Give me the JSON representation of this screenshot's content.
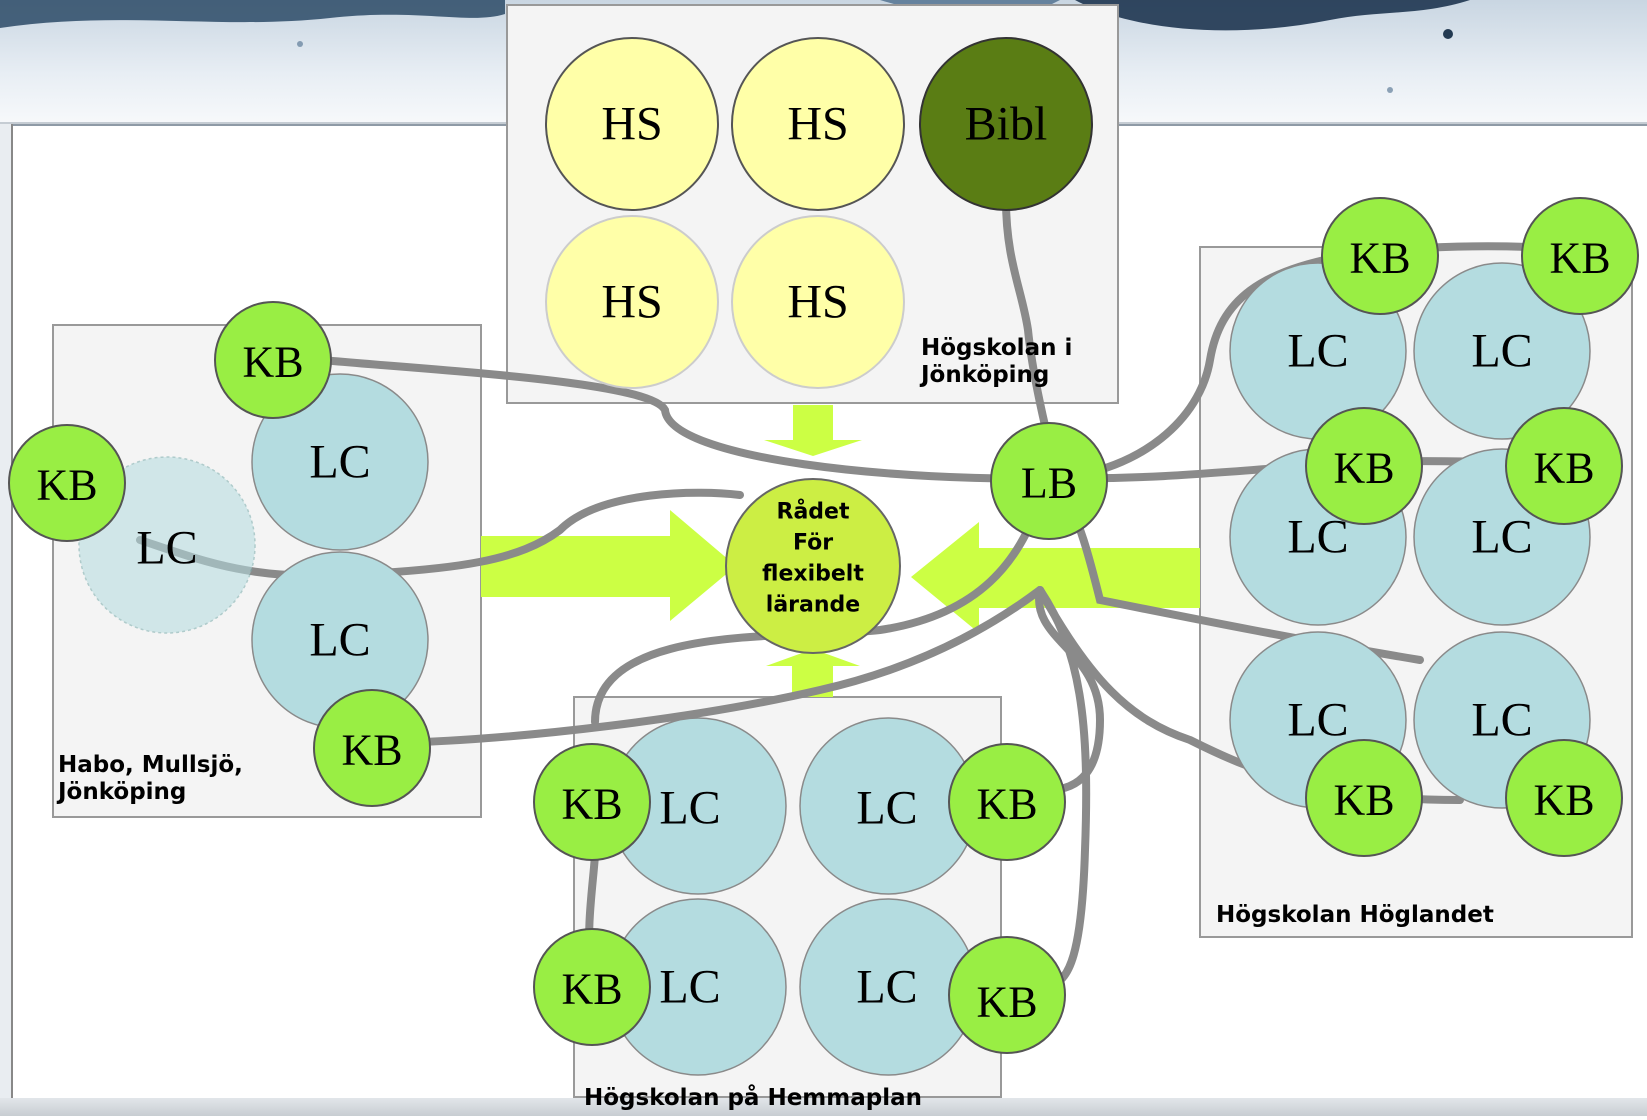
{
  "diagram": {
    "groups": {
      "hj": {
        "label": "Högskolan i\nJönköping"
      },
      "habo": {
        "label": "Habo, Mullsjö,\nJönköping"
      },
      "hoglandet": {
        "label": "Högskolan Höglandet"
      },
      "hemmaplan": {
        "label": "Högskolan på Hemmaplan"
      }
    },
    "center": {
      "lines": [
        "Rådet",
        "För",
        "flexibelt",
        "lärande"
      ]
    },
    "nodes": {
      "hs1": "HS",
      "hs2": "HS",
      "hs3": "HS",
      "hs4": "HS",
      "bibl": "Bibl",
      "lb": "LB",
      "habo_kb_top": "KB",
      "habo_kb_left": "KB",
      "habo_kb_bottom": "KB",
      "habo_lc_top": "LC",
      "habo_lc_left": "LC",
      "habo_lc_bottom": "LC",
      "hh_kb1": "KB",
      "hh_kb2": "KB",
      "hh_kb3": "KB",
      "hh_kb4": "KB",
      "hh_kb5": "KB",
      "hh_kb6": "KB",
      "hh_lc1": "LC",
      "hh_lc2": "LC",
      "hh_lc3": "LC",
      "hh_lc4": "LC",
      "hh_lc5": "LC",
      "hh_lc6": "LC",
      "hp_kb1": "KB",
      "hp_kb2": "KB",
      "hp_kb3": "KB",
      "hp_kb4": "KB",
      "hp_lc1": "LC",
      "hp_lc2": "LC",
      "hp_lc3": "LC",
      "hp_lc4": "LC"
    },
    "colors": {
      "kb_fill": "#99ee44",
      "lc_fill": "#b4dce0",
      "hs_fill": "#ffffa8",
      "bibl_fill": "#5a7d14",
      "arrow_fill": "#ccff44",
      "line": "#8a8a8a",
      "box_fill": "#f4f4f4",
      "box_stroke": "#999999"
    }
  }
}
